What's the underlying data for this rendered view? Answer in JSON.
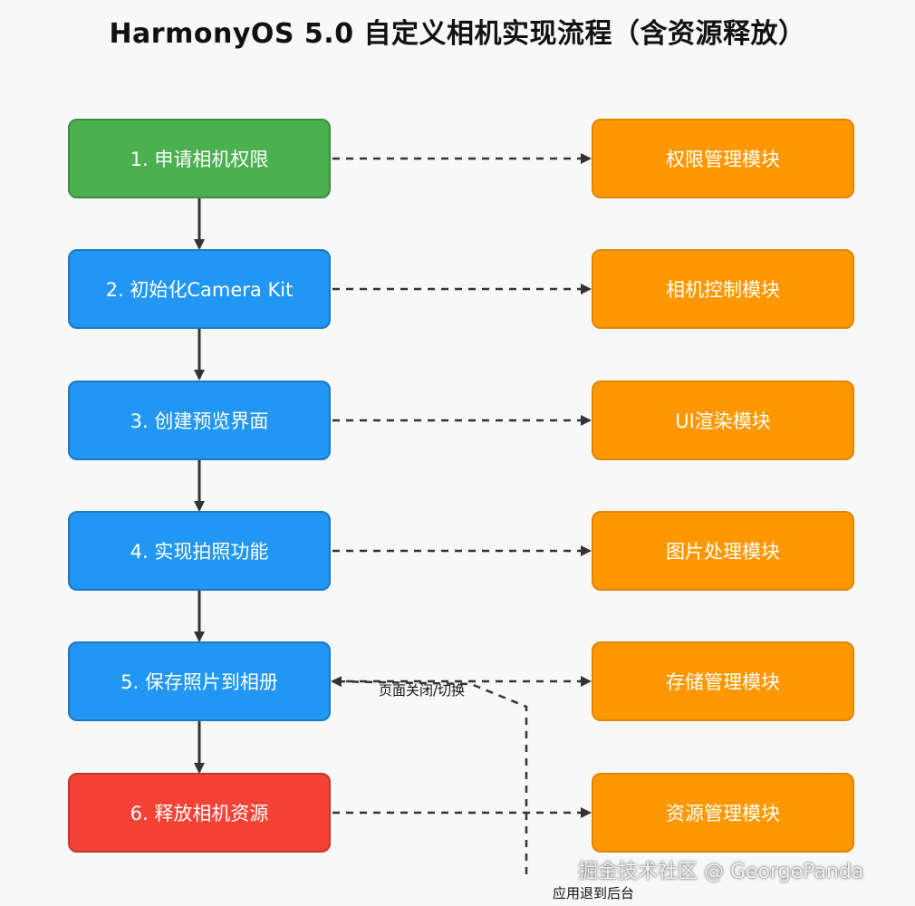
{
  "title": "HarmonyOS 5.0 自定义相机实现流程（含资源释放）",
  "steps": [
    {
      "label": "1. 申请相机权限",
      "color": "#4caf50"
    },
    {
      "label": "2. 初始化Camera Kit",
      "color": "#2196f3"
    },
    {
      "label": "3. 创建预览界面",
      "color": "#2196f3"
    },
    {
      "label": "4. 实现拍照功能",
      "color": "#2196f3"
    },
    {
      "label": "5. 保存照片到相册",
      "color": "#2196f3"
    },
    {
      "label": "6. 释放相机资源",
      "color": "#f44336"
    }
  ],
  "modules": [
    {
      "label": "权限管理模块",
      "color": "#ff9800"
    },
    {
      "label": "相机控制模块",
      "color": "#ff9800"
    },
    {
      "label": "UI渲染模块",
      "color": "#ff9800"
    },
    {
      "label": "图片处理模块",
      "color": "#ff9800"
    },
    {
      "label": "存储管理模块",
      "color": "#ff9800"
    },
    {
      "label": "资源管理模块",
      "color": "#ff9800"
    }
  ],
  "edge_labels": {
    "page_close": "页面关闭/切换",
    "app_background": "应用退到后台"
  },
  "watermark": "掘金技术社区 @ GeorgePanda"
}
